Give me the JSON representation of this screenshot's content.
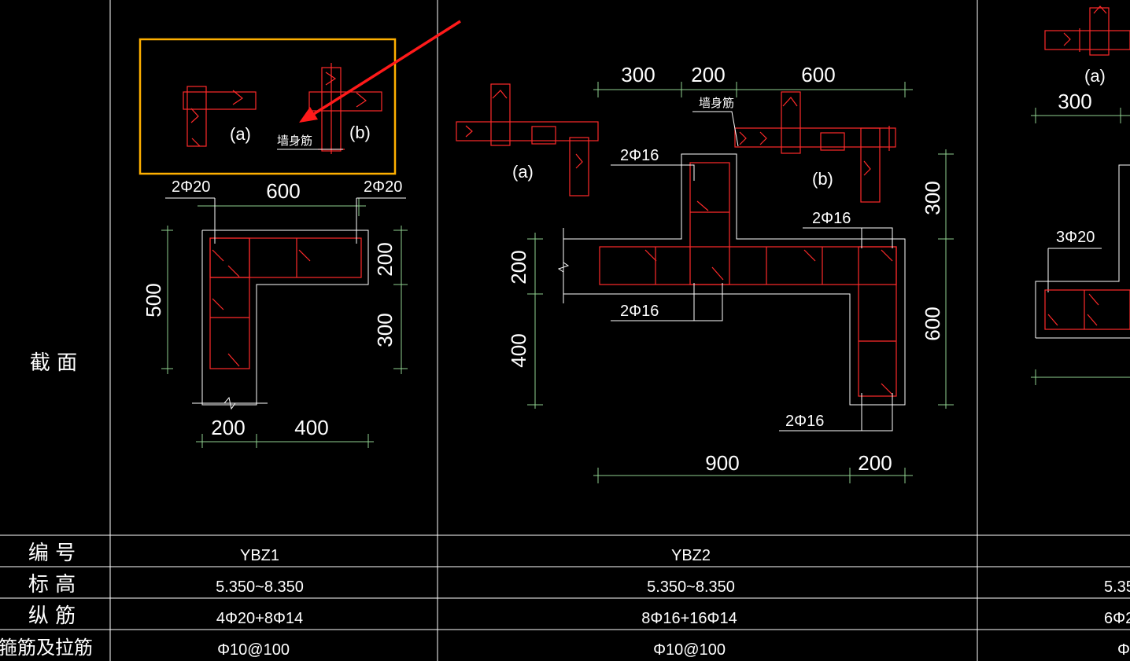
{
  "colors": {
    "background": "#000000",
    "grid_line": "#ffffff",
    "rebar": "#ff2a2a",
    "dimension": "#8fd18f",
    "highlight": "#ffb000",
    "arrow": "#ff1a1a"
  },
  "row_header": {
    "section": "截 面",
    "code": "编 号",
    "elevation": "标 高",
    "longitudinal": "纵 筋",
    "stirrup": "箍筋及拉筋"
  },
  "columns": [
    {
      "code": "YBZ1",
      "elevation": "5.350~8.350",
      "longitudinal": "4Φ20+8Φ14",
      "stirrup": "Φ10@100"
    },
    {
      "code": "YBZ2",
      "elevation": "5.350~8.350",
      "longitudinal": "8Φ16+16Φ14",
      "stirrup": "Φ10@100"
    },
    {
      "code": "",
      "elevation": "5.35",
      "longitudinal": "6Φ2",
      "stirrup": "Φ"
    }
  ],
  "ybz1": {
    "detail_a": "(a)",
    "detail_b": "(b)",
    "wall_bar_label": "墙身筋",
    "top_dim": "600",
    "bar_left": "2Φ20",
    "bar_right": "2Φ20",
    "left_dim": "500",
    "right_dim_top": "200",
    "right_dim_bottom": "300",
    "bottom_dim_left": "200",
    "bottom_dim_right": "400"
  },
  "ybz2": {
    "detail_a": "(a)",
    "detail_b": "(b)",
    "wall_bar_label": "墙身筋",
    "top_dim_1": "300",
    "top_dim_2": "200",
    "top_dim_3": "600",
    "bar_top": "2Φ16",
    "bar_right_top": "2Φ16",
    "bar_left_bottom": "2Φ16",
    "bar_bottom": "2Φ16",
    "left_dim_top": "200",
    "left_dim_bottom": "400",
    "right_dim_top": "300",
    "right_dim_bottom": "600",
    "bottom_dim_left": "900",
    "bottom_dim_right": "200"
  },
  "ybz3": {
    "detail_a": "(a)",
    "top_dim": "300",
    "bar_label": "3Φ20"
  }
}
